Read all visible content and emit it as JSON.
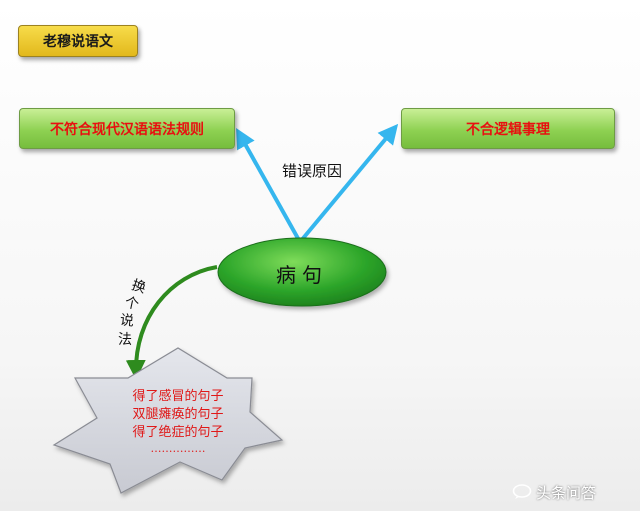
{
  "tag": "老穆说语文",
  "left_box": "不符合现代汉语语法规则",
  "right_box": "不合逻辑事理",
  "reason_label": "错误原因",
  "center_label": "病句",
  "rephrase_chars": [
    "换",
    "个",
    "说",
    "法"
  ],
  "star_lines": [
    "得了感冒的句子",
    "双腿瘫痪的句子",
    "得了绝症的句子",
    "……………"
  ],
  "watermark": "头条问答",
  "colors": {
    "arrow_blue": "#35b6ee",
    "arrow_green": "#2e8b1e",
    "ellipse_green": "#1f9a1f",
    "text_red": "#e81010"
  }
}
